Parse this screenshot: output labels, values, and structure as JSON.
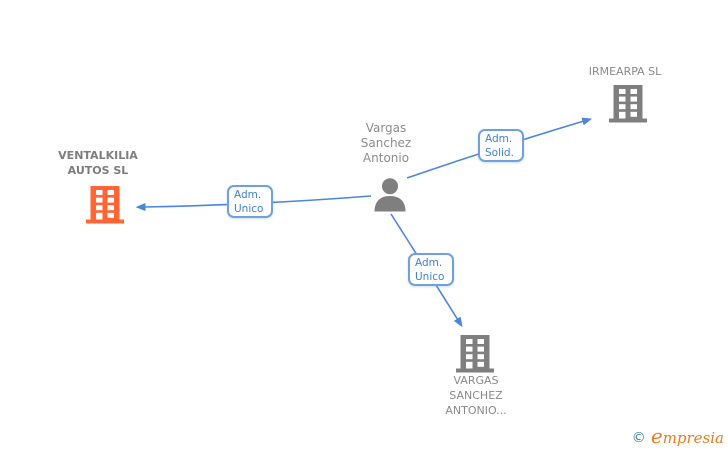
{
  "diagram": {
    "person": {
      "name": "Vargas Sanchez Antonio",
      "icon": "person-icon"
    },
    "companies": [
      {
        "name": "VENTALKILIA AUTOS SL",
        "icon": "building-icon",
        "icon_color": "#ff6633",
        "highlighted": true
      },
      {
        "name": "IRMEARPA SL",
        "icon": "building-icon",
        "icon_color": "#7f7f7f",
        "highlighted": false
      },
      {
        "name": "VARGAS SANCHEZ ANTONIO...",
        "icon": "building-icon",
        "icon_color": "#7f7f7f",
        "highlighted": false
      }
    ],
    "edges": [
      {
        "from": "Vargas Sanchez Antonio",
        "to": "VENTALKILIA AUTOS SL",
        "label": "Adm. Unico"
      },
      {
        "from": "Vargas Sanchez Antonio",
        "to": "IRMEARPA SL",
        "label": "Adm. Solid."
      },
      {
        "from": "Vargas Sanchez Antonio",
        "to": "VARGAS SANCHEZ ANTONIO...",
        "label": "Adm. Unico"
      }
    ],
    "colors": {
      "arrow": "#4a86db",
      "edge_label_border": "#71a1dd",
      "edge_label_text": "#4080d0",
      "node_text": "#8a8a8a",
      "person_icon": "#7f7f7f",
      "company_icon_gray": "#7f7f7f",
      "company_icon_orange": "#ff6633",
      "background": "#ffffff"
    }
  },
  "attribution": {
    "copyright_symbol": "©",
    "brand": "empresia",
    "symbol_color": "#43818f",
    "brand_color": "#ee7a1e"
  }
}
